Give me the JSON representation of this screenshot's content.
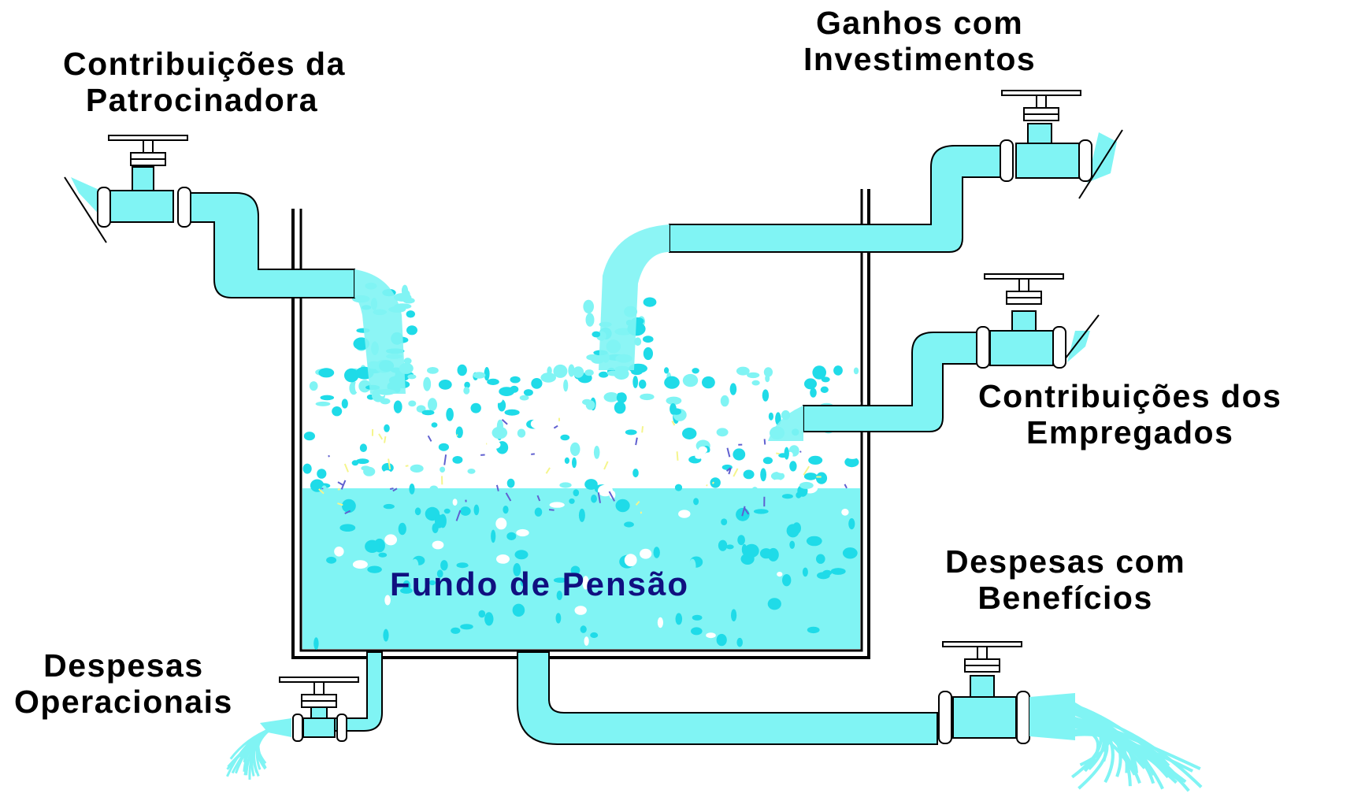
{
  "colors": {
    "water": "#80f4f4",
    "bubble": "#1fdbe8",
    "spark": "#f5f58c",
    "outline": "#000000",
    "title": "#101080"
  },
  "labels": {
    "sponsor": [
      "Contribuições da",
      "Patrocinadora"
    ],
    "investments": [
      "Ganhos com",
      "Investimentos"
    ],
    "employees": [
      "Contribuições dos",
      "Empregados"
    ],
    "benefits": [
      "Despesas com",
      "Benefícios"
    ],
    "operational": [
      "Despesas",
      "Operacionais"
    ]
  },
  "tank_title": "Fundo de Pensão",
  "icons": [
    "valve-icon",
    "tank-icon",
    "pipe-icon"
  ]
}
